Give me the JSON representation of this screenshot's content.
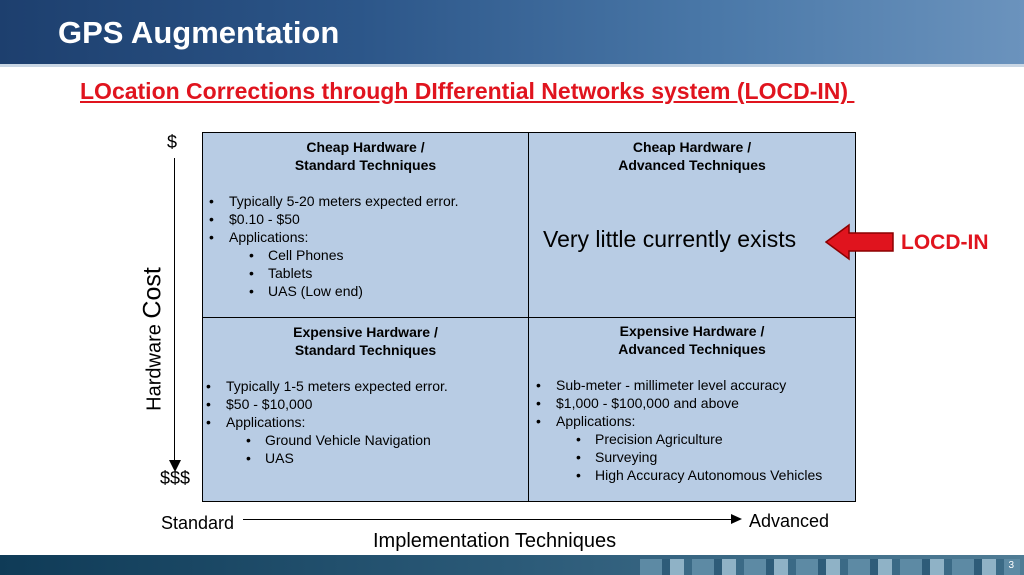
{
  "slide": {
    "title": "GPS Augmentation",
    "subtitle": "LOcation Corrections through DIfferential Networks system (LOCD-IN) ",
    "page_number": "3"
  },
  "quadrants": {
    "top_left": {
      "heading_line1": "Cheap Hardware /",
      "heading_line2": "Standard Techniques",
      "bullets": [
        "Typically 5-20 meters expected error.",
        "$0.10 - $50",
        "Applications:"
      ],
      "sub_bullets": [
        "Cell Phones",
        "Tablets",
        "UAS (Low end)"
      ]
    },
    "top_right": {
      "heading_line1": "Cheap Hardware /",
      "heading_line2": "Advanced Techniques",
      "body": "Very little currently exists"
    },
    "bottom_left": {
      "heading_line1": "Expensive Hardware /",
      "heading_line2": "Standard Techniques",
      "bullets": [
        "Typically 1-5 meters expected error.",
        "$50 - $10,000",
        "Applications:"
      ],
      "sub_bullets": [
        "Ground Vehicle Navigation",
        "UAS"
      ]
    },
    "bottom_right": {
      "heading_line1": "Expensive Hardware /",
      "heading_line2": "Advanced Techniques",
      "bullets": [
        "Sub-meter - millimeter level accuracy",
        "$1,000 - $100,000 and above",
        "Applications:"
      ],
      "sub_bullets": [
        "Precision Agriculture",
        "Surveying",
        "High Accuracy Autonomous Vehicles"
      ]
    }
  },
  "callout": {
    "label": "LOCD-IN",
    "color": "#e0141e"
  },
  "axes": {
    "y_label_part1": "Hardware ",
    "y_label_part2": "Cost",
    "y_top": "$",
    "y_bottom": "$$$",
    "x_label": "Implementation Techniques",
    "x_left": "Standard",
    "x_right": "Advanced"
  },
  "colors": {
    "quadrant_fill": "#b8cce4",
    "accent_red": "#e0141e",
    "header_blue": "#2c5689"
  }
}
